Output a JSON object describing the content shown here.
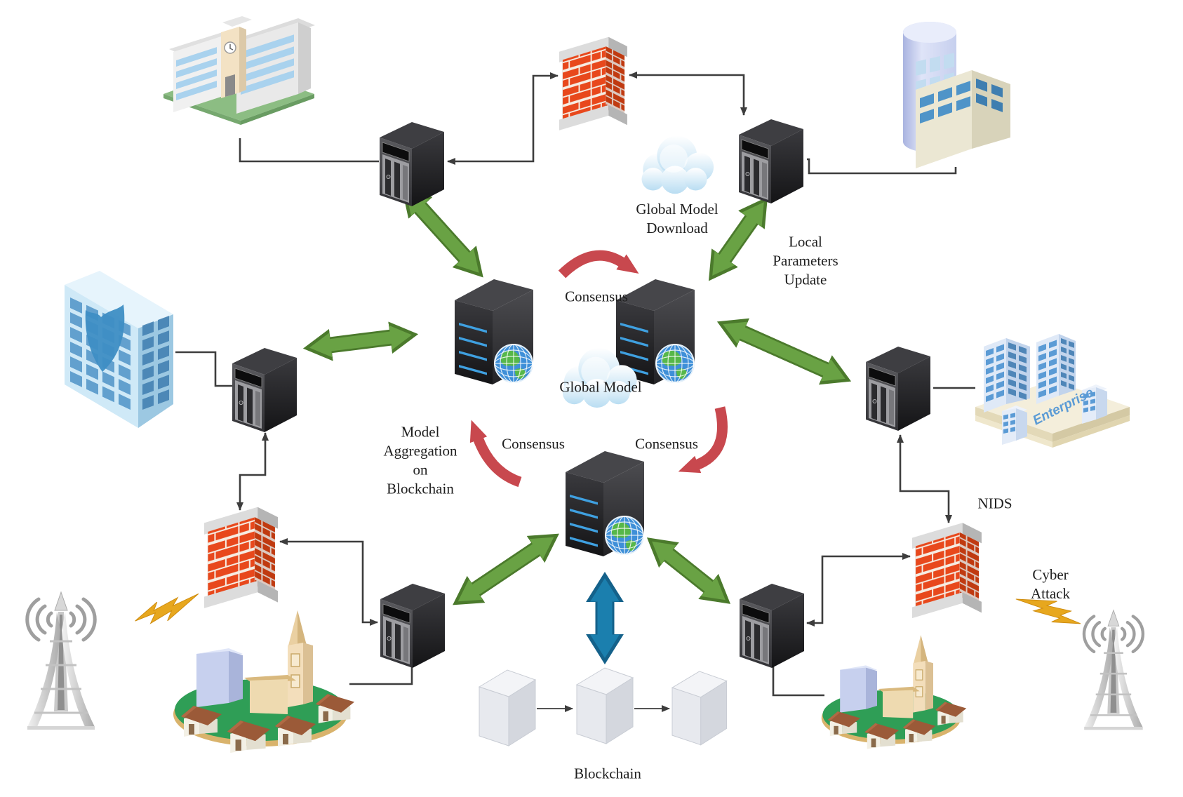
{
  "diagram": {
    "type": "blockchain-federated-learning-network-architecture",
    "labels": {
      "global_model_download": "Global Model\nDownload",
      "local_parameters_update": "Local\nParameters\nUpdate",
      "consensus_top": "Consensus",
      "consensus_left": "Consensus",
      "consensus_right": "Consensus",
      "global_model": "Global Model",
      "model_aggregation": "Model\nAggregation\non\nBlockchain",
      "nids": "NIDS",
      "cyber_attack": "Cyber\nAttack",
      "blockchain": "Blockchain",
      "enterprise_sign": "Enterprise"
    },
    "colors": {
      "arrow_green": "#69a244",
      "arrow_green_border": "#4b7a2c",
      "arrow_red": "#c8484e",
      "arrow_blue": "#1b7fae",
      "arrow_blue_border": "#14618a",
      "connector": "#3d3d3d",
      "brick": "#e8481c",
      "brick_dark": "#c03a10",
      "cloud": "#cfe9f8",
      "lightning": "#e7a71e",
      "village_ground": "#2f9e56",
      "block_fill": "#e7e9ee",
      "text": "#1f1f1f"
    },
    "nodes": [
      "hospital-building",
      "corporate-office-building",
      "shielded-office-building",
      "enterprise-campus",
      "village-community-left",
      "village-community-right",
      "radio-tower-left",
      "radio-tower-right",
      "firewall-top",
      "firewall-left",
      "nids-firewall",
      "edge-server-x6",
      "blockchain-consensus-server-x3",
      "global-model-cloud-x2",
      "blockchain-block-x3",
      "cyber-attack-bolt-x2"
    ]
  }
}
